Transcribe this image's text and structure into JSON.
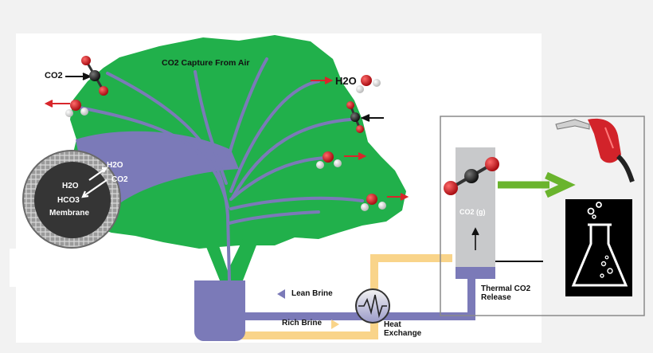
{
  "labels": {
    "capture_title": "CO2 Capture From Air",
    "co2_input": "CO2",
    "h2o_output": "H2O",
    "membrane_h2o_out": "H2O",
    "membrane_co2_in": "CO2",
    "membrane_h2o_in": "H2O",
    "membrane_hco3": "HCO3",
    "membrane_name": "Membrane",
    "co2_gas": "CO2 (g)",
    "lean_brine": "Lean Brine",
    "rich_brine": "Rich Brine",
    "heat_exchange_line1": "Heat",
    "heat_exchange_line2": "Exchange",
    "thermal_line1": "Thermal CO2",
    "thermal_line2": "Release"
  },
  "colors": {
    "tree_green": "#21b04b",
    "brine_purple": "#7b7ab8",
    "rich_brine_yellow": "#f9d48a",
    "arrow_red": "#d8262b",
    "arrow_green": "#6ab42d",
    "column_gray": "#c8c9cb",
    "panel_black": "#000000"
  },
  "icons": [
    "co2-molecule-icon",
    "h2o-molecule-icon",
    "fuel-nozzle-icon",
    "flask-icon",
    "heat-exchanger-icon"
  ]
}
